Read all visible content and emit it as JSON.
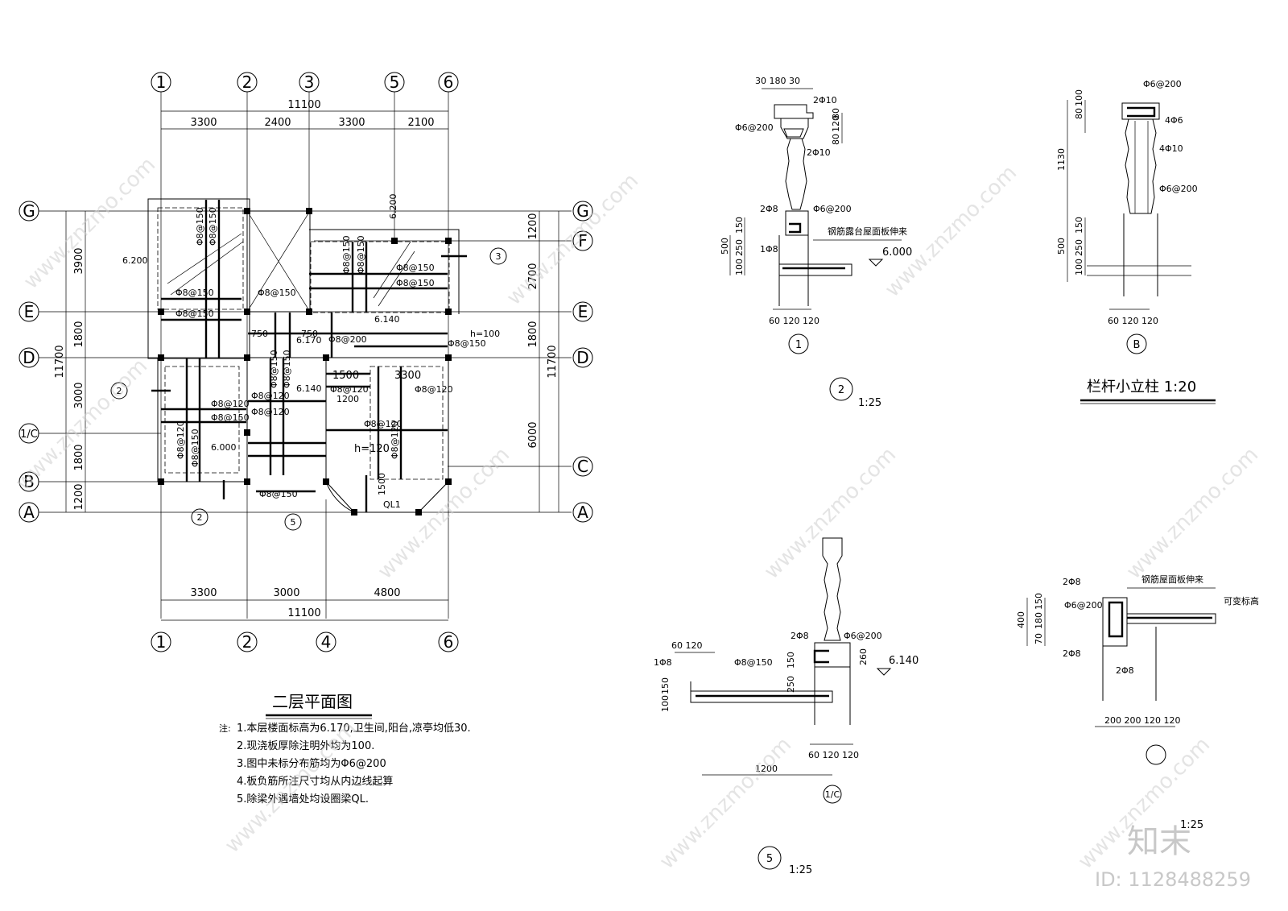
{
  "plan": {
    "title": "二层平面图",
    "top_axes": [
      "1",
      "2",
      "3",
      "5",
      "6"
    ],
    "bottom_axes": [
      "1",
      "2",
      "4",
      "6"
    ],
    "left_axes": [
      "G",
      "E",
      "D",
      "1/C",
      "B",
      "A"
    ],
    "right_axes": [
      "G",
      "F",
      "E",
      "D",
      "C",
      "A"
    ],
    "top_total": "11100",
    "top_dims": [
      "3300",
      "2400",
      "3300",
      "2100"
    ],
    "bottom_dims": [
      "3300",
      "3000",
      "4800"
    ],
    "bottom_total": "11100",
    "left_dims": [
      "3900",
      "1800",
      "3000",
      "1800",
      "1200"
    ],
    "left_total": "11700",
    "right_dims": [
      "1200",
      "2700",
      "1800",
      "6000"
    ],
    "right_total": "11700",
    "labels": {
      "elev_620": "6.200",
      "elev_620b": "6.200",
      "elev_600": "6.000",
      "elev_614": "6.140",
      "elev_614b": "6.140",
      "elev_617": "6.170",
      "r1": "Φ8@150",
      "r2": "Φ8@150",
      "r3": "Φ8@150",
      "r4": "Φ8@150",
      "r5": "Φ8@150",
      "r6": "Φ8@150",
      "r7": "Φ8@150",
      "r8": "Φ8@150",
      "r9": "Φ8@150",
      "r10": "Φ8@200",
      "r11": "Φ8@150",
      "r12": "Φ8@120",
      "r13": "Φ8@120",
      "r14": "Φ8@120",
      "r15": "Φ8@150",
      "r16": "Φ8@120",
      "r17": "Φ8@120",
      "r18": "Φ8@120",
      "r19": "Φ8@120",
      "r20": "Φ8@150",
      "r21": "Φ8@120",
      "r22": "Φ8@150",
      "r23": "Φ8@150",
      "r24": "Φ8@150",
      "d750a": "750",
      "d750b": "750",
      "h100": "h=100",
      "h120": "h=120",
      "d1500": "1500",
      "d3300": "3300",
      "d1200": "1200",
      "d1500b": "1500",
      "ql1": "QL1",
      "sec2a": "2",
      "sec2b": "2",
      "sec3": "3",
      "sec5": "5"
    },
    "notes_label": "注:",
    "notes": [
      "1.本层楼面标高为6.170,卫生间,阳台,凉亭均低30.",
      "2.现浇板厚除注明外均为100.",
      "3.图中未标分布筋均为Φ6@200",
      "4.板负筋所注尺寸均从内边线起算",
      "5.除梁外遇墙处均设圈梁QL."
    ]
  },
  "detail_1": {
    "top_dims": "30 180 30",
    "r_top": "2Φ10",
    "r_stirrup": "Φ6@200",
    "r_mid": "2Φ10",
    "r_side": "Φ6@200",
    "r_bot": "2Φ8",
    "r_slab": "1Φ8",
    "dims_v": [
      "80",
      "120",
      "80"
    ],
    "dims_v2": [
      "150",
      "250",
      "100"
    ],
    "dim_500": "500",
    "note": "钢筋露台屋面板伸来",
    "elev": "6.000",
    "bottom_dims": "60 120 120",
    "marker": "1"
  },
  "detail_2": {
    "marker": "2",
    "scale": "1:25"
  },
  "detail_B": {
    "r_top": "Φ6@200",
    "r_4phi6": "4Φ6",
    "r_4phi10": "4Φ10",
    "r_stirrup": "Φ6@200",
    "dims_top": [
      "80",
      "100"
    ],
    "dim_1130": "1130",
    "dims_v2": [
      "150",
      "250",
      "100"
    ],
    "dim_500": "500",
    "bottom_dims": "60 120 120",
    "marker": "B",
    "title": "栏杆小立柱  1:20"
  },
  "detail_5": {
    "top_dims": "60  120",
    "r_slab": "1Φ8",
    "r_dist": "Φ8@150",
    "r_2phi8": "2Φ8",
    "r_stirrup": "Φ6@200",
    "dims_v": [
      "150",
      "250"
    ],
    "dim_260": "260",
    "dims_left": [
      "150",
      "100"
    ],
    "elev": "6.140",
    "bottom_dims": "60 120 120",
    "dim_1200": "1200",
    "axis": "1/C",
    "marker": "5",
    "scale": "1:25"
  },
  "detail_3": {
    "r_top": "2Φ8",
    "r_stirrup": "Φ6@200",
    "r_bot": "2Φ8",
    "r_bot2": "2Φ8",
    "note": "钢筋屋面板伸来",
    "note2": "可变标高",
    "dims_v": [
      "150",
      "180",
      "70"
    ],
    "dim_400": "400",
    "bottom_dims": "200  200 120 120",
    "scale": "1:25"
  },
  "watermark": {
    "text": "www.znzmo.com",
    "brand": "知末",
    "id": "ID: 1128488259"
  }
}
